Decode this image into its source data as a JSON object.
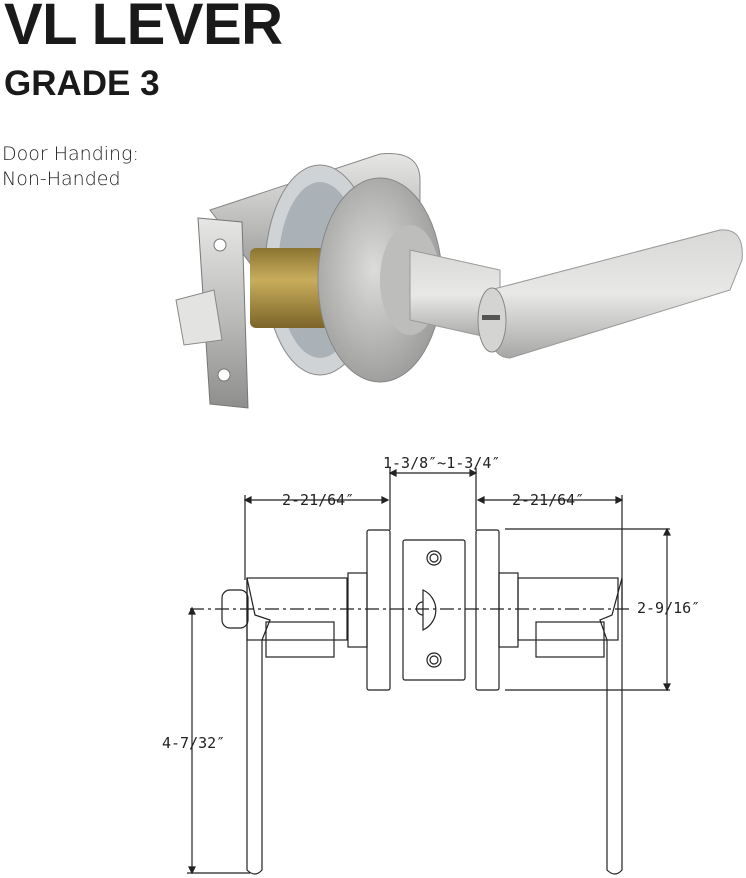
{
  "header": {
    "title": "VL LEVER",
    "subtitle": "GRADE 3"
  },
  "specs": {
    "handing_label": "Door Handing:",
    "handing_value": "Non-Handed"
  },
  "product_photo": {
    "description": "Satin nickel keyed entry lever with round rose, latch and faceplate",
    "finish_color": "#c9c9c7",
    "latch_color": "#b79b4a"
  },
  "technical_drawing": {
    "dimensions": {
      "door_thickness": "1-3/8″~1-3/4″",
      "left_projection": "2-21/64″",
      "right_projection": "2-21/64″",
      "rose_diameter": "2-9/16″",
      "lever_length": "4-7/32″"
    },
    "line_color": "#222222"
  }
}
